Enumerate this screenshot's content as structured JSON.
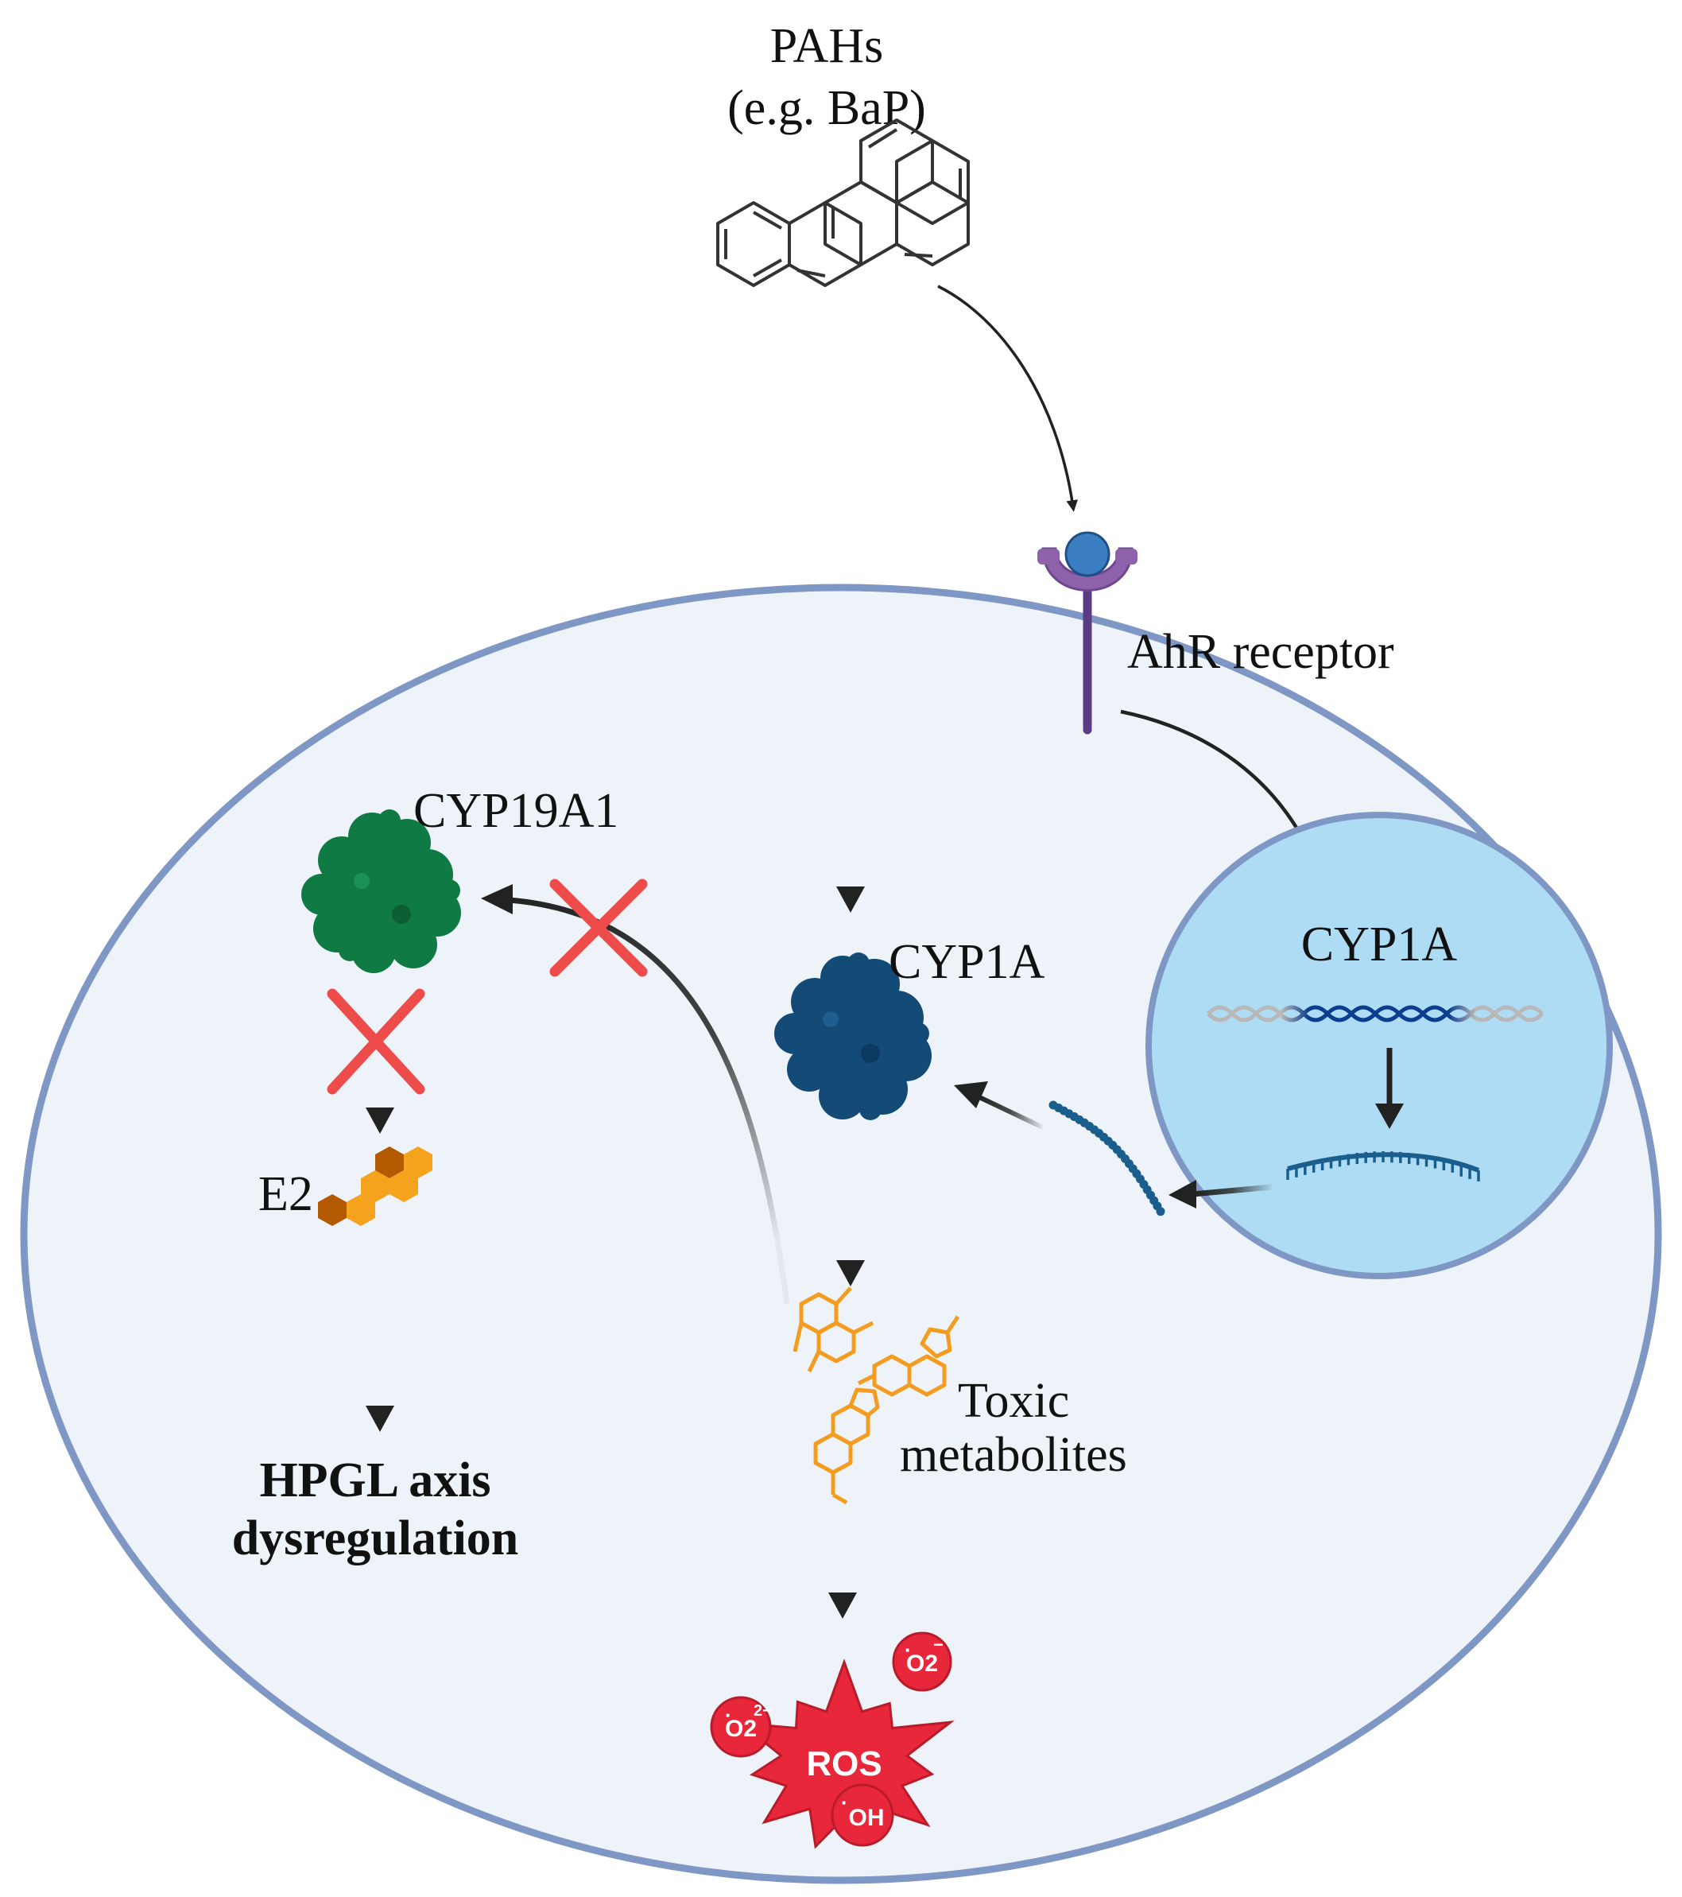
{
  "labels": {
    "pahs_line1": "PAHs",
    "pahs_line2": "(e.g. BaP)",
    "ahr_receptor": "AhR receptor",
    "cyp19a1": "CYP19A1",
    "cyp1a_cytoplasm": "CYP1A",
    "cyp1a_nucleus": "CYP1A",
    "e2": "E2",
    "toxic_line1": "Toxic",
    "toxic_line2": "metabolites",
    "hpgl_line1": "HPGL axis",
    "hpgl_line2": "dysregulation",
    "ros": "ROS",
    "ros_o2_left": "O2",
    "ros_o2_left_charge": "2−",
    "ros_o2_right": "O2",
    "ros_o2_right_charge": "−",
    "ros_oh": "OH",
    "radical_dot": "·"
  },
  "colors": {
    "cell_fill": "#eef3f9",
    "cell_border": "#7f97c4",
    "nucleus_fill": "#aedcf4",
    "nucleus_border": "#7f97c4",
    "arrow": "#222222",
    "inhibit_x": "#ee4b4b",
    "cyp19a1_protein": "#107a45",
    "cyp1a_protein": "#134a76",
    "receptor_arm": "#8e62ab",
    "receptor_stem": "#5c3b86",
    "ligand": "#3c7ec2",
    "estradiol_dark": "#b35a00",
    "estradiol_light": "#f5a21c",
    "metabolites": "#f39c1f",
    "mrna": "#1a5e8e",
    "dna_dark": "#0c3d8f",
    "dna_light": "#b8b8b8",
    "ros_burst": "#e8283a"
  }
}
